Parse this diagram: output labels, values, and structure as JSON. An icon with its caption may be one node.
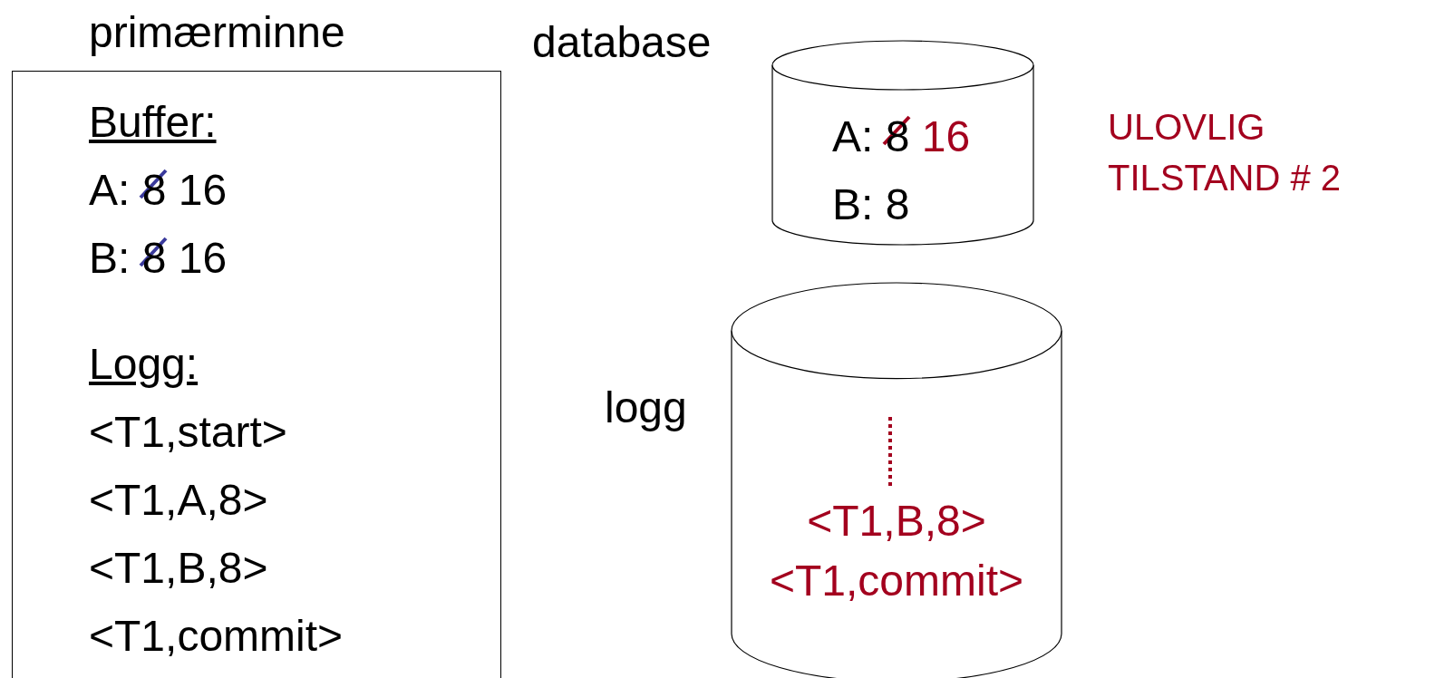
{
  "diagram": {
    "nodes": [
      {
        "text": [
          "primærminne",
          "Buffer:",
          "A: 8 16",
          "B: 8 16",
          "Logg:",
          "<T1,start>",
          "<T1,A,8>",
          "<T1,B,8>",
          "<T1,commit>"
        ]
      },
      {
        "text": [
          "database",
          "A: 8 16",
          "B: 8"
        ]
      },
      {
        "text": [
          "logg",
          "<T1,B,8>",
          "<T1,commit>"
        ]
      }
    ],
    "labels": [
      "ULOVLIG TILSTAND # 2"
    ]
  }
}
